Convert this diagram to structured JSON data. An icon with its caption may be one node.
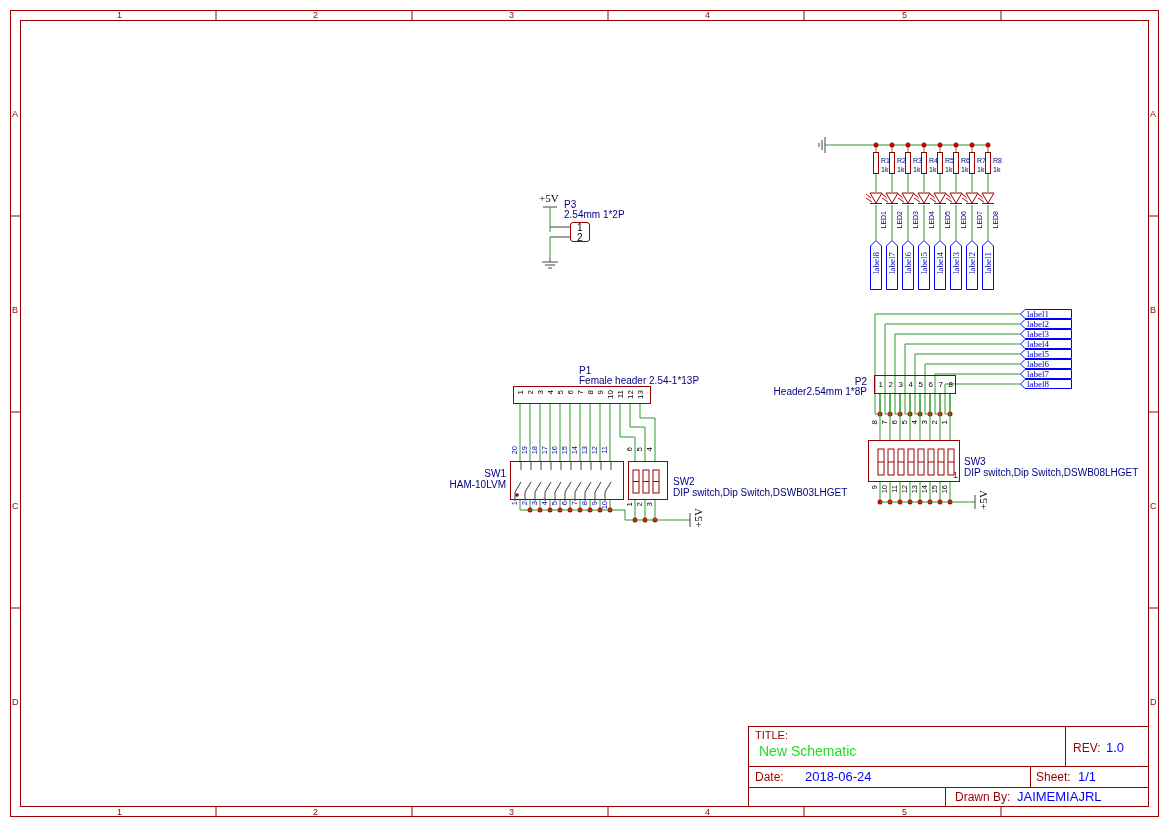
{
  "diagram": {
    "nodes": [
      {
        "text": [
          "P3",
          "2.54mm 1*2P",
          "1",
          "2"
        ]
      },
      {
        "text": [
          "R1",
          "1k"
        ]
      },
      {
        "text": [
          "R2",
          "1k"
        ]
      },
      {
        "text": [
          "R3",
          "1k"
        ]
      },
      {
        "text": [
          "R4",
          "1k"
        ]
      },
      {
        "text": [
          "R5",
          "1k"
        ]
      },
      {
        "text": [
          "R6",
          "1k"
        ]
      },
      {
        "text": [
          "R7",
          "1k"
        ]
      },
      {
        "text": [
          "R8",
          "1k"
        ]
      },
      {
        "text": [
          "LED1"
        ]
      },
      {
        "text": [
          "LED2"
        ]
      },
      {
        "text": [
          "LED3"
        ]
      },
      {
        "text": [
          "LED4"
        ]
      },
      {
        "text": [
          "LED5"
        ]
      },
      {
        "text": [
          "LED6"
        ]
      },
      {
        "text": [
          "LED7"
        ]
      },
      {
        "text": [
          "LED8"
        ]
      },
      {
        "text": [
          "label8"
        ]
      },
      {
        "text": [
          "label7"
        ]
      },
      {
        "text": [
          "label6"
        ]
      },
      {
        "text": [
          "label5"
        ]
      },
      {
        "text": [
          "label4"
        ]
      },
      {
        "text": [
          "label3"
        ]
      },
      {
        "text": [
          "label2"
        ]
      },
      {
        "text": [
          "label1"
        ]
      },
      {
        "text": [
          "P1",
          "Female header 2.54-1*13P",
          "1",
          "2",
          "3",
          "4",
          "5",
          "6",
          "7",
          "8",
          "9",
          "10",
          "11",
          "12",
          "13"
        ]
      },
      {
        "text": [
          "P2",
          "Header2.54mm 1*8P",
          "1",
          "2",
          "3",
          "4",
          "5",
          "6",
          "7",
          "8"
        ]
      },
      {
        "text": [
          "label1"
        ]
      },
      {
        "text": [
          "label2"
        ]
      },
      {
        "text": [
          "label3"
        ]
      },
      {
        "text": [
          "label4"
        ]
      },
      {
        "text": [
          "label5"
        ]
      },
      {
        "text": [
          "label6"
        ]
      },
      {
        "text": [
          "label7"
        ]
      },
      {
        "text": [
          "label8"
        ]
      },
      {
        "text": [
          "SW1",
          "HAM-10LVM"
        ],
        "beside": [
          "20",
          "19",
          "18",
          "17",
          "16",
          "15",
          "14",
          "13",
          "12",
          "11",
          "1",
          "2",
          "3",
          "4",
          "5",
          "6",
          "7",
          "8",
          "9",
          "10"
        ]
      },
      {
        "text": [
          "SW2",
          "DIP switch,Dip Switch,DSWB03LHGET"
        ],
        "beside": [
          "6",
          "5",
          "4",
          "1",
          "2",
          "3"
        ]
      },
      {
        "text": [
          "SW3",
          "1",
          "DIP switch,Dip Switch,DSWB08LHGET"
        ],
        "beside": [
          "8",
          "7",
          "6",
          "5",
          "4",
          "3",
          "2",
          "1",
          "9",
          "10",
          "11",
          "12",
          "13",
          "14",
          "15",
          "16"
        ]
      }
    ],
    "edges": [
      {
        "from": 1,
        "to": 9,
        "arrow": "none"
      },
      {
        "from": 2,
        "to": 10,
        "arrow": "none"
      },
      {
        "from": 3,
        "to": 11,
        "arrow": "none"
      },
      {
        "from": 4,
        "to": 12,
        "arrow": "none"
      },
      {
        "from": 5,
        "to": 13,
        "arrow": "none"
      },
      {
        "from": 6,
        "to": 14,
        "arrow": "none"
      },
      {
        "from": 7,
        "to": 15,
        "arrow": "none"
      },
      {
        "from": 8,
        "to": 16,
        "arrow": "none"
      },
      {
        "from": 9,
        "to": 17,
        "arrow": "none"
      },
      {
        "from": 10,
        "to": 18,
        "arrow": "none"
      },
      {
        "from": 11,
        "to": 19,
        "arrow": "none"
      },
      {
        "from": 12,
        "to": 20,
        "arrow": "none"
      },
      {
        "from": 13,
        "to": 21,
        "arrow": "none"
      },
      {
        "from": 14,
        "to": 22,
        "arrow": "none"
      },
      {
        "from": 15,
        "to": 23,
        "arrow": "none"
      },
      {
        "from": 16,
        "to": 24,
        "arrow": "none"
      },
      {
        "from": 27,
        "to": 26,
        "arrow": "none"
      },
      {
        "from": 28,
        "to": 26,
        "arrow": "none"
      },
      {
        "from": 29,
        "to": 26,
        "arrow": "none"
      },
      {
        "from": 30,
        "to": 26,
        "arrow": "none"
      },
      {
        "from": 31,
        "to": 26,
        "arrow": "none"
      },
      {
        "from": 32,
        "to": 26,
        "arrow": "none"
      },
      {
        "from": 33,
        "to": 26,
        "arrow": "none"
      },
      {
        "from": 34,
        "to": 26,
        "arrow": "none"
      },
      {
        "from": 25,
        "to": 35,
        "arrow": "none"
      },
      {
        "from": 25,
        "to": 35,
        "arrow": "none"
      },
      {
        "from": 25,
        "to": 35,
        "arrow": "none"
      },
      {
        "from": 25,
        "to": 35,
        "arrow": "none"
      },
      {
        "from": 25,
        "to": 35,
        "arrow": "none"
      },
      {
        "from": 25,
        "to": 35,
        "arrow": "none"
      },
      {
        "from": 25,
        "to": 35,
        "arrow": "none"
      },
      {
        "from": 25,
        "to": 35,
        "arrow": "none"
      },
      {
        "from": 25,
        "to": 35,
        "arrow": "none"
      },
      {
        "from": 25,
        "to": 35,
        "arrow": "none"
      },
      {
        "from": 25,
        "to": 36,
        "arrow": "none"
      },
      {
        "from": 25,
        "to": 36,
        "arrow": "none"
      },
      {
        "from": 25,
        "to": 36,
        "arrow": "none"
      },
      {
        "from": 35,
        "to": 36,
        "arrow": "none"
      },
      {
        "from": 26,
        "to": 37,
        "arrow": "none"
      },
      {
        "from": 26,
        "to": 37,
        "arrow": "none"
      },
      {
        "from": 26,
        "to": 37,
        "arrow": "none"
      },
      {
        "from": 26,
        "to": 37,
        "arrow": "none"
      },
      {
        "from": 26,
        "to": 37,
        "arrow": "none"
      },
      {
        "from": 26,
        "to": 37,
        "arrow": "none"
      },
      {
        "from": 26,
        "to": 37,
        "arrow": "none"
      },
      {
        "from": 26,
        "to": 37,
        "arrow": "none"
      }
    ],
    "labels": [
      "1",
      "2",
      "3",
      "4",
      "5",
      "A",
      "A",
      "B",
      "B",
      "C",
      "C",
      "D",
      "D",
      "+5V",
      "+5V",
      "+5V",
      "1",
      "2",
      "3",
      "4",
      "5",
      "TITLE:",
      "New Schematic",
      "REV:",
      "1.0",
      "Date:",
      "2018-06-24",
      "Sheet:",
      "1/1",
      "Drawn By:",
      "JAIMEMIAJRL"
    ]
  }
}
